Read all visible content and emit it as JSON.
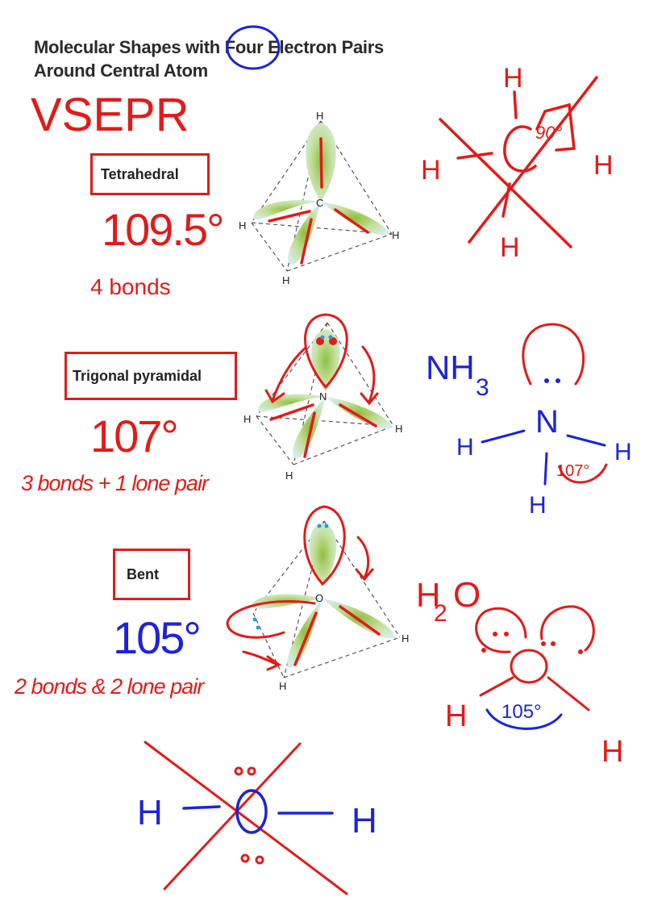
{
  "heading": {
    "line1": "Molecular Shapes with Four Electron Pairs",
    "line2": "Around Central Atom"
  },
  "handwritten_title": "VSEPR",
  "shapes": [
    {
      "name": "Tetrahedral",
      "angle": "109.5°",
      "bonds": "4 bonds",
      "central_atom": "C"
    },
    {
      "name": "Trigonal pyramidal",
      "angle": "107°",
      "bonds": "3 bonds + 1 lone pair",
      "central_atom": "N"
    },
    {
      "name": "Bent",
      "angle": "105°",
      "bonds": "2 bonds & 2 lone pair",
      "central_atom": "O"
    }
  ],
  "diagram_atom_label": "H",
  "sketches": {
    "methane": {
      "center": "C",
      "angle": "90°",
      "atom": "H"
    },
    "ammonia": {
      "formula": "NH",
      "subscript": "3",
      "center": "N",
      "angle": "107°",
      "atom": "H"
    },
    "water": {
      "formula_h": "H",
      "subscript": "2",
      "formula_o": "O",
      "angle": "105°",
      "atom": "H"
    },
    "water_flat": {
      "atom": "H"
    }
  },
  "colors": {
    "ink_red": "#e01b1b",
    "ink_blue": "#1d23d6",
    "lobe_green": "#b7d98a",
    "text_dark": "#2a2a2a"
  }
}
